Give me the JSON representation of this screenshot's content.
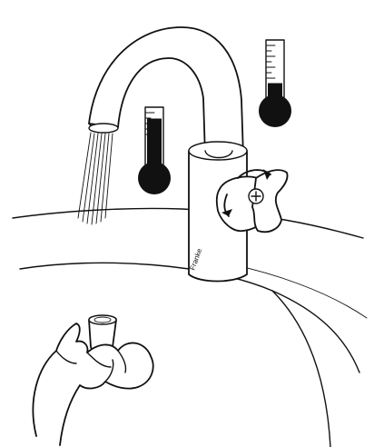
{
  "illustration": {
    "brand_mark": "Franke",
    "colors": {
      "ink": "#111111",
      "paper": "#ffffff"
    },
    "icons": {
      "hot_indicator": "thermometer-high-icon",
      "cold_indicator": "thermometer-low-icon",
      "rotation": "rotate-arrows-icon",
      "cleaning": "aerator-cleaning-icon"
    },
    "hot_level": 0.85,
    "cold_level": 0.35
  }
}
